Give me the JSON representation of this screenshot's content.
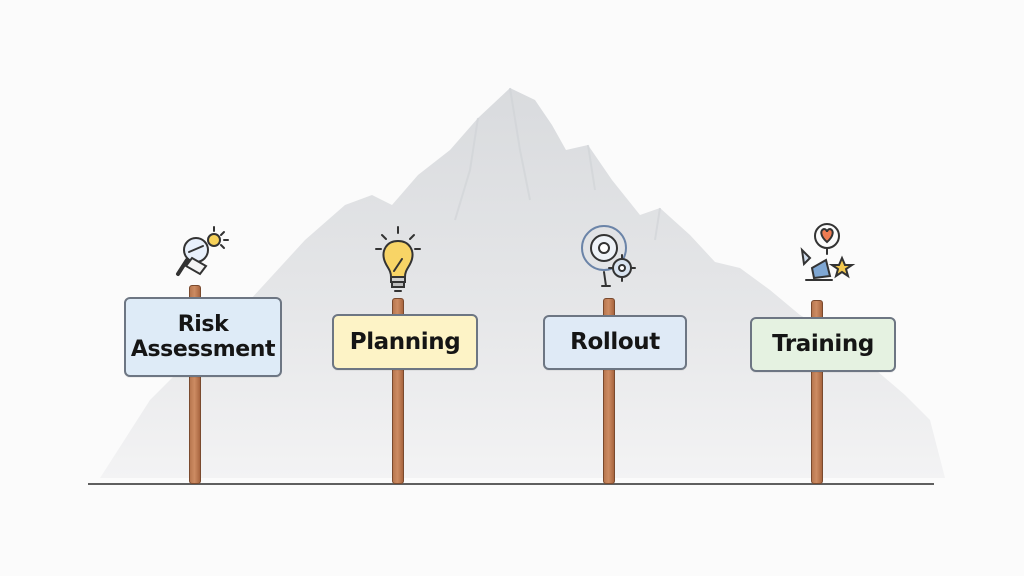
{
  "colors": {
    "background": "#fbfbfb",
    "mountain": "#e2e4e7",
    "ground": "#5f5f5f",
    "pole": "#c07a52",
    "sign_border": "#6d7683"
  },
  "signposts": [
    {
      "id": "risk-assessment",
      "label_lines": [
        "Risk",
        "Assessment"
      ],
      "sign_color": "#deebf7",
      "icon": "compass-magnifier-icon"
    },
    {
      "id": "planning",
      "label_lines": [
        "Planning"
      ],
      "sign_color": "#fdf3c6",
      "icon": "lightbulb-icon"
    },
    {
      "id": "rollout",
      "label_lines": [
        "Rollout"
      ],
      "sign_color": "#dfeaf6",
      "icon": "gears-icon"
    },
    {
      "id": "training",
      "label_lines": [
        "Training"
      ],
      "sign_color": "#e5f2e1",
      "icon": "heart-star-icon"
    }
  ]
}
